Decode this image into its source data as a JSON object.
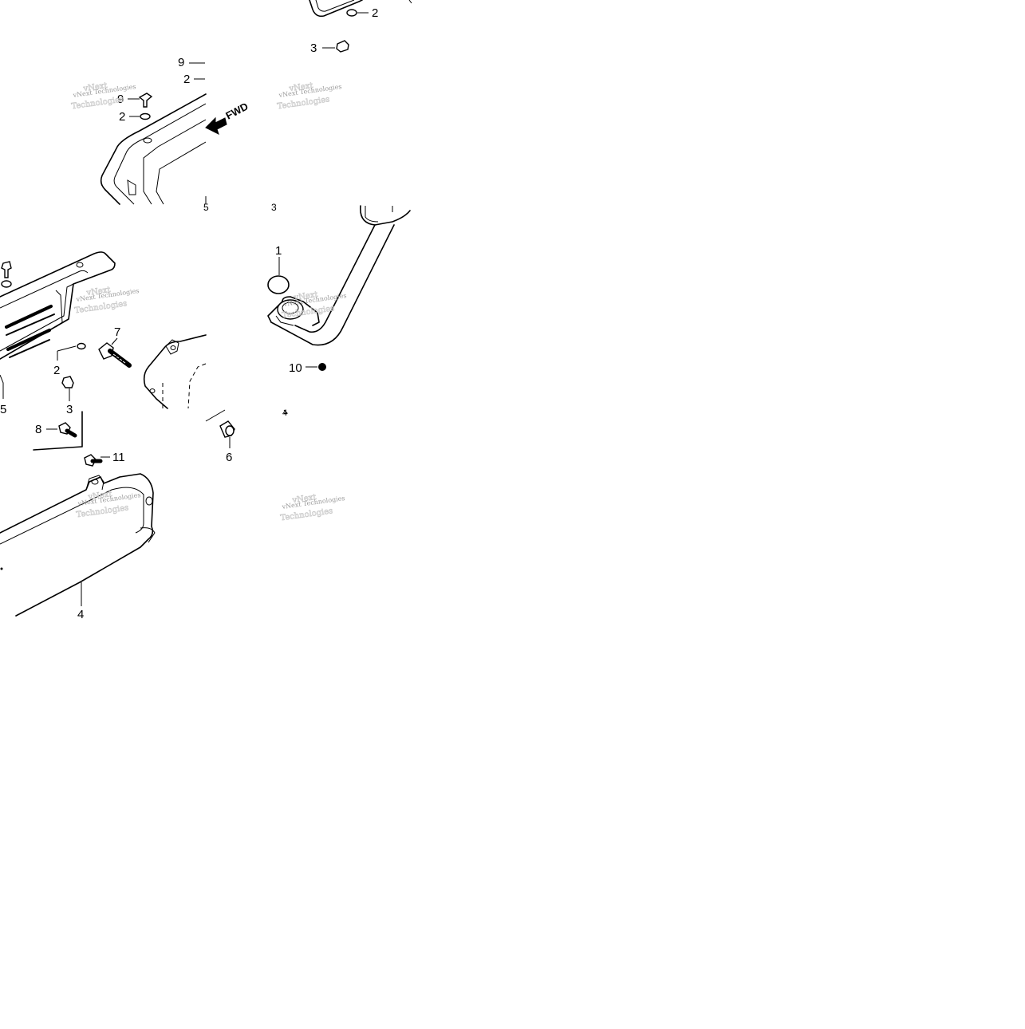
{
  "diagram": {
    "direction_marker": "FWD",
    "watermark_text": "vNext Technologies",
    "callouts": [
      {
        "label": "2"
      },
      {
        "label": "3"
      },
      {
        "label": "9"
      },
      {
        "label": "2"
      },
      {
        "label": "9"
      },
      {
        "label": "2"
      },
      {
        "label": "1"
      },
      {
        "label": "10"
      },
      {
        "label": "7"
      },
      {
        "label": "2"
      },
      {
        "label": "3"
      },
      {
        "label": "5"
      },
      {
        "label": "8"
      },
      {
        "label": "11"
      },
      {
        "label": "6"
      },
      {
        "label": "4"
      },
      {
        "label": "5"
      },
      {
        "label": "3"
      },
      {
        "label": "4"
      }
    ]
  }
}
